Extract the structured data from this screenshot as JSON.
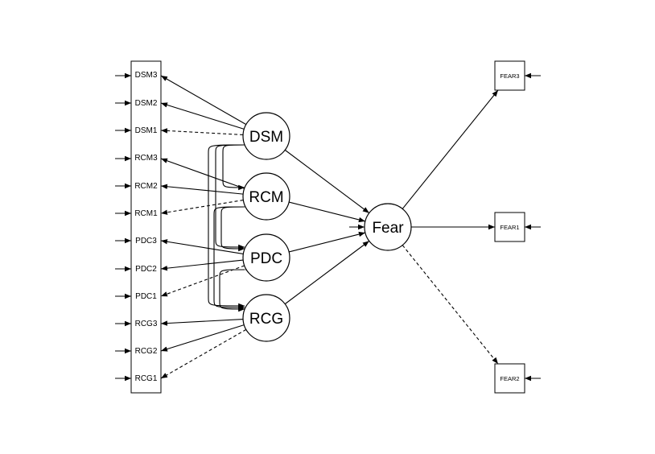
{
  "diagram": {
    "left_indicators": [
      "DSM3",
      "DSM2",
      "DSM1",
      "RCM3",
      "RCM2",
      "RCM1",
      "PDC3",
      "PDC2",
      "PDC1",
      "RCG3",
      "RCG2",
      "RCG1"
    ],
    "latent_factors": [
      "DSM",
      "RCM",
      "PDC",
      "RCG"
    ],
    "outcome_factor": "Fear",
    "right_indicators": [
      "FEAR3",
      "FEAR1",
      "FEAR2"
    ],
    "loadings": [
      {
        "from": "DSM",
        "to": "DSM3",
        "style": "solid"
      },
      {
        "from": "DSM",
        "to": "DSM2",
        "style": "solid"
      },
      {
        "from": "DSM",
        "to": "DSM1",
        "style": "dashed"
      },
      {
        "from": "RCM",
        "to": "RCM3",
        "style": "solid"
      },
      {
        "from": "RCM",
        "to": "RCM2",
        "style": "solid"
      },
      {
        "from": "RCM",
        "to": "RCM1",
        "style": "dashed"
      },
      {
        "from": "PDC",
        "to": "PDC3",
        "style": "solid"
      },
      {
        "from": "PDC",
        "to": "PDC2",
        "style": "solid"
      },
      {
        "from": "PDC",
        "to": "PDC1",
        "style": "dashed"
      },
      {
        "from": "RCG",
        "to": "RCG3",
        "style": "solid"
      },
      {
        "from": "RCG",
        "to": "RCG2",
        "style": "solid"
      },
      {
        "from": "RCG",
        "to": "RCG1",
        "style": "dashed"
      },
      {
        "from": "Fear",
        "to": "FEAR3",
        "style": "solid"
      },
      {
        "from": "Fear",
        "to": "FEAR1",
        "style": "solid"
      },
      {
        "from": "Fear",
        "to": "FEAR2",
        "style": "dashed"
      }
    ],
    "paths": [
      {
        "from": "DSM",
        "to": "Fear"
      },
      {
        "from": "RCM",
        "to": "Fear"
      },
      {
        "from": "PDC",
        "to": "Fear"
      },
      {
        "from": "RCG",
        "to": "Fear"
      }
    ],
    "covariances": [
      [
        "DSM",
        "RCM"
      ],
      [
        "DSM",
        "PDC"
      ],
      [
        "DSM",
        "RCG"
      ],
      [
        "RCM",
        "PDC"
      ],
      [
        "RCM",
        "RCG"
      ],
      [
        "PDC",
        "RCG"
      ]
    ]
  }
}
